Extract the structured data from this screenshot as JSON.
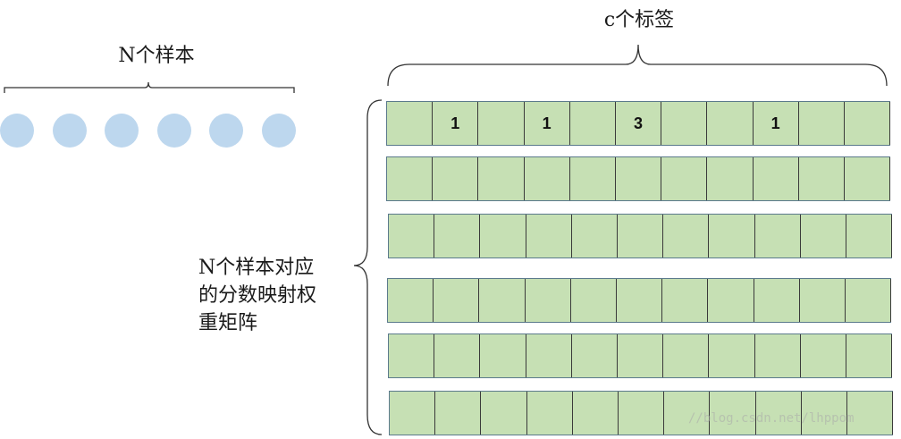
{
  "samples": {
    "title": "N个样本",
    "count": 6,
    "circle_color": "#bdd7ee"
  },
  "labels": {
    "title": "c个标签"
  },
  "matrix": {
    "caption_lines": [
      "N个样本对应",
      "的分数映射权",
      "重矩阵"
    ],
    "cell_color": "#c6e0b4",
    "columns": 11,
    "rows": [
      [
        "",
        "1",
        "",
        "1",
        "",
        "3",
        "",
        "",
        "1",
        "",
        ""
      ],
      [
        "",
        "",
        "",
        "",
        "",
        "",
        "",
        "",
        "",
        "",
        ""
      ],
      [
        "",
        "",
        "",
        "",
        "",
        "",
        "",
        "",
        "",
        "",
        ""
      ],
      [
        "",
        "",
        "",
        "",
        "",
        "",
        "",
        "",
        "",
        "",
        ""
      ],
      [
        "",
        "",
        "",
        "",
        "",
        "",
        "",
        "",
        "",
        "",
        ""
      ],
      [
        "",
        "",
        "",
        "",
        "",
        "",
        "",
        "",
        "",
        "",
        ""
      ]
    ]
  },
  "watermark": "//blog.csdn.net/lhppom"
}
